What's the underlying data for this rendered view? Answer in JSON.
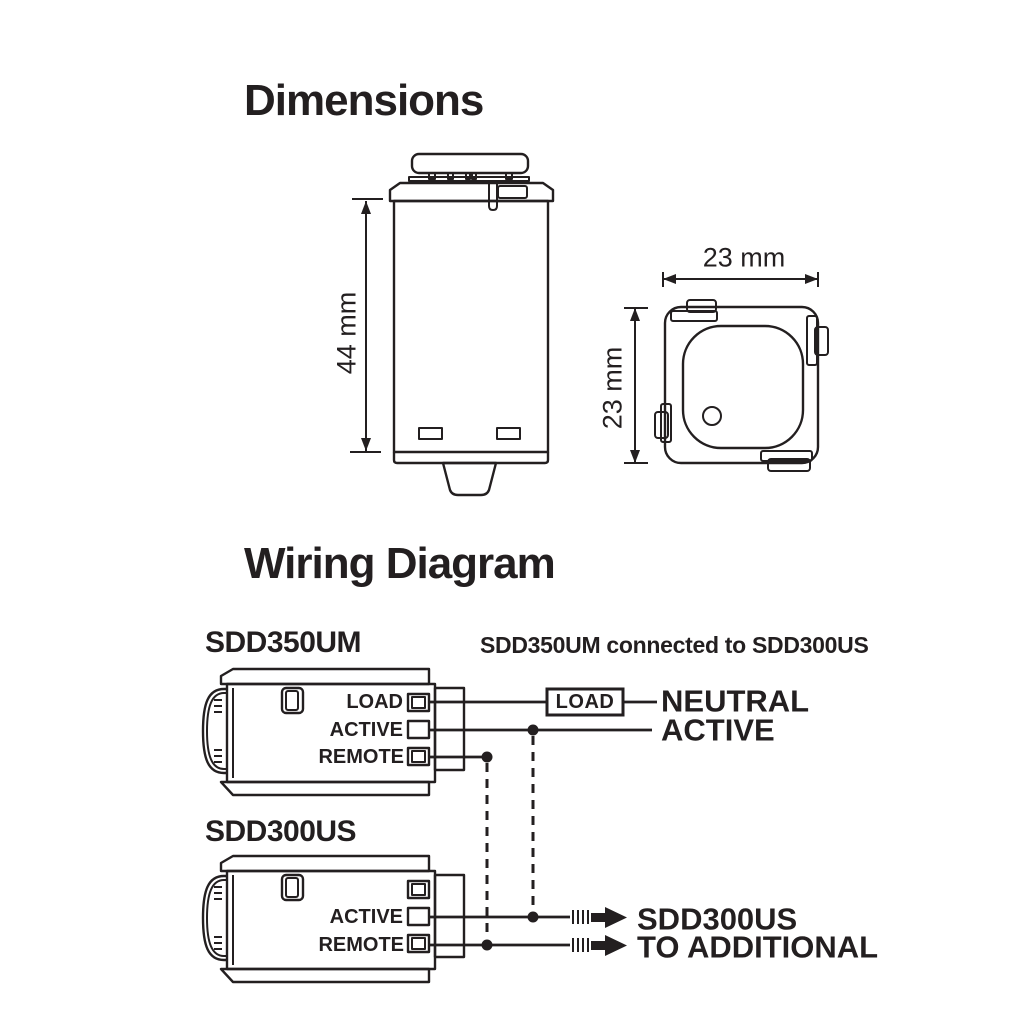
{
  "dimensions": {
    "title": "Dimensions",
    "front_height_label": "44 mm",
    "top_width_label": "23 mm",
    "top_depth_label": "23 mm"
  },
  "wiring": {
    "title": "Wiring Diagram",
    "subtitle": "SDD350UM connected to SDD300US",
    "device1": {
      "name": "SDD350UM",
      "terminals": [
        "LOAD",
        "ACTIVE",
        "REMOTE"
      ]
    },
    "device2": {
      "name": "SDD300US",
      "terminals": [
        "ACTIVE",
        "REMOTE"
      ]
    },
    "inline_load_box": "LOAD",
    "supply_labels": {
      "neutral": "NEUTRAL",
      "active": "ACTIVE"
    },
    "output_label": {
      "line1": "SDD300US",
      "line2": "TO ADDITIONAL"
    }
  },
  "colors": {
    "ink": "#231f20",
    "background": "#ffffff"
  }
}
